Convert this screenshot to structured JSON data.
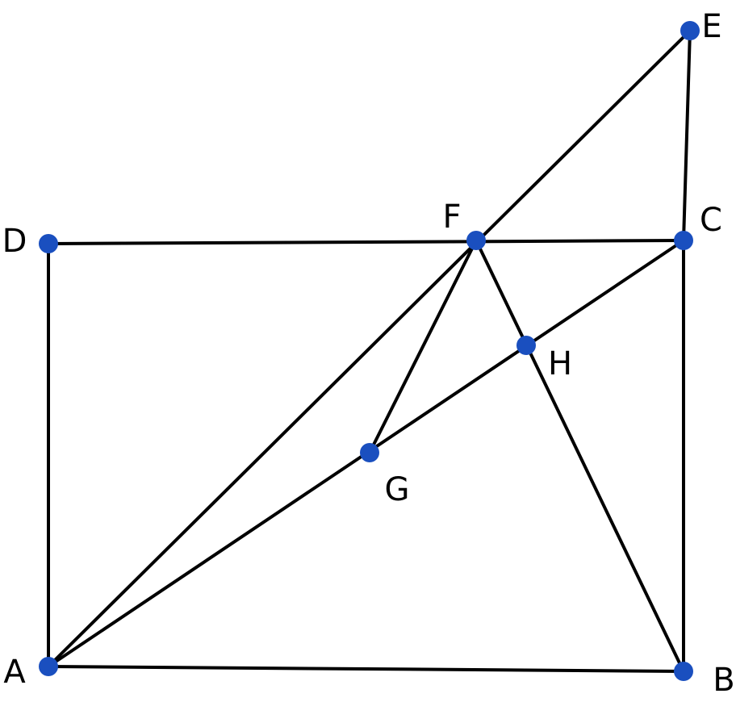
{
  "diagram": {
    "points": [
      {
        "id": "A",
        "label": "A"
      },
      {
        "id": "B",
        "label": "B"
      },
      {
        "id": "C",
        "label": "C"
      },
      {
        "id": "D",
        "label": "D"
      },
      {
        "id": "E",
        "label": "E"
      },
      {
        "id": "F",
        "label": "F"
      },
      {
        "id": "G",
        "label": "G"
      },
      {
        "id": "H",
        "label": "H"
      }
    ],
    "segments": [
      [
        "A",
        "B"
      ],
      [
        "B",
        "C"
      ],
      [
        "C",
        "D"
      ],
      [
        "D",
        "A"
      ],
      [
        "A",
        "E"
      ],
      [
        "E",
        "C"
      ],
      [
        "A",
        "C"
      ],
      [
        "F",
        "G"
      ],
      [
        "F",
        "B"
      ]
    ],
    "colors": {
      "point": "#1a4fbf",
      "line": "#000000"
    }
  }
}
